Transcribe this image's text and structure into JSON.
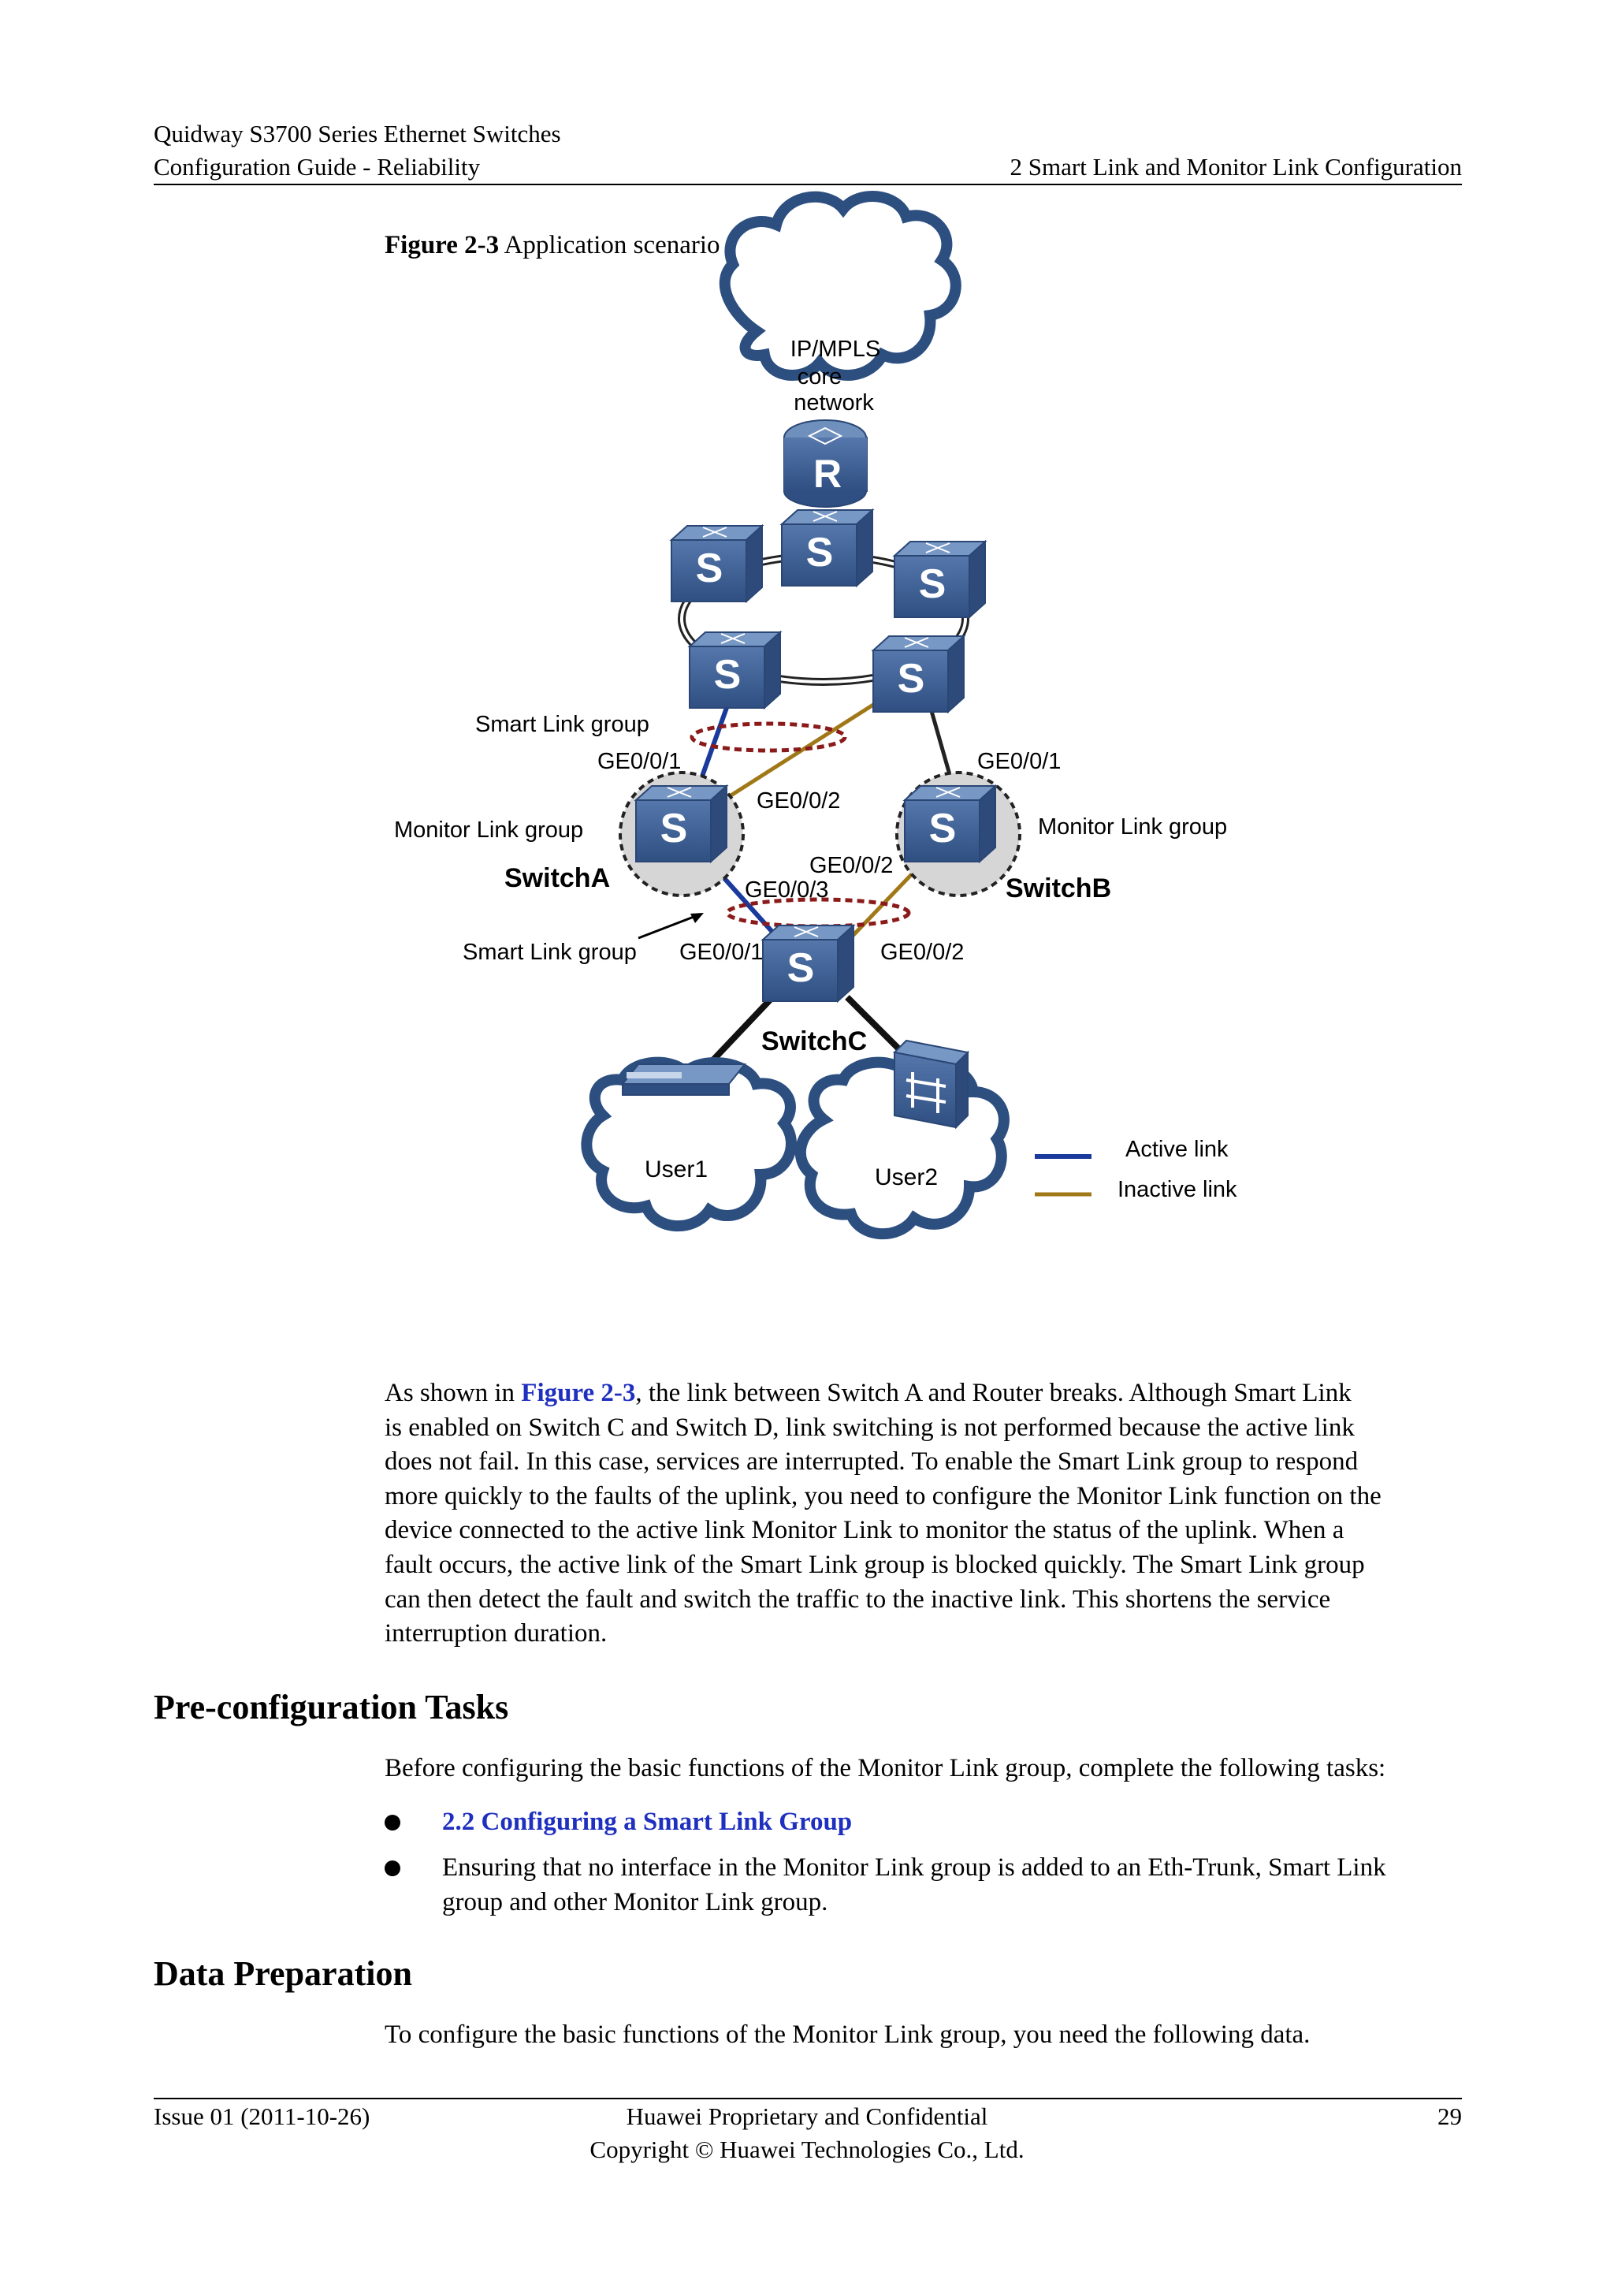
{
  "header": {
    "line1": "Quidway S3700 Series Ethernet Switches",
    "line2_left": "Configuration Guide - Reliability",
    "line2_right": "2 Smart Link and Monitor Link Configuration"
  },
  "figure": {
    "label": "Figure 2-3",
    "title": "Application scenario of the Monitor Link",
    "cloud_core_line1": "IP/MPLS",
    "cloud_core_line2": "core",
    "cloud_core_line3": "network",
    "router_glyph": "R",
    "switch_glyph": "S",
    "smart_link_group_top": "Smart  Link group",
    "smart_link_group_bottom": "Smart  Link group",
    "monitor_link_group_left": "Monitor  Link group",
    "monitor_link_group_right": "Monitor  Link group",
    "switch_a": "SwitchA",
    "switch_b": "SwitchB",
    "switch_c": "SwitchC",
    "a_ge001": "GE0/0/1",
    "a_ge002": "GE0/0/2",
    "a_ge003": "GE0/0/3",
    "b_ge001": "GE0/0/1",
    "b_ge002": "GE0/0/2",
    "c_ge001": "GE0/0/1",
    "c_ge002": "GE0/0/2",
    "user1": "User1",
    "user2": "User2",
    "legend_active": "Active link",
    "legend_inactive": "Inactive link",
    "colors": {
      "active_link": "#1a3a9c",
      "inactive_link": "#a07818",
      "switch_face": "#3c6096",
      "switch_top": "#6f90bd",
      "cloud_border": "#2c4f80",
      "ellipse": "#8b1a1a",
      "link_text": "#1f2fbf"
    }
  },
  "paragraph": {
    "before_link": "As shown in ",
    "link_text": "Figure 2-3",
    "after_link_line1": ", the link between Switch A and Router breaks. Although Smart Link",
    "lines": [
      "is enabled on Switch C and Switch D, link switching is not performed because the active link",
      "does not fail. In this case, services are interrupted. To enable the Smart Link group to respond",
      "more quickly to the faults of the uplink, you need to configure the Monitor Link function on the",
      "device connected to the active link Monitor Link to monitor the status of the uplink. When a",
      "fault occurs, the active link of the Smart Link group is blocked quickly. The Smart Link group",
      "can then detect the fault and switch the traffic to the inactive link. This shortens the service",
      "interruption duration."
    ]
  },
  "preconfig": {
    "heading": "Pre-configuration Tasks",
    "intro": "Before configuring the basic functions of the Monitor Link group, complete the following tasks:",
    "bullet1_link": "2.2 Configuring a Smart Link Group",
    "bullet2_line1": "Ensuring that no interface in the Monitor Link group is added to an Eth-Trunk, Smart Link",
    "bullet2_line2": "group and other Monitor Link group."
  },
  "data_prep": {
    "heading": "Data Preparation",
    "intro": "To configure the basic functions of the Monitor Link group, you need the following data."
  },
  "footer": {
    "issue": "Issue 01 (2011-10-26)",
    "confidential": "Huawei Proprietary and Confidential",
    "copyright": "Copyright © Huawei Technologies Co., Ltd.",
    "page_number": "29"
  }
}
